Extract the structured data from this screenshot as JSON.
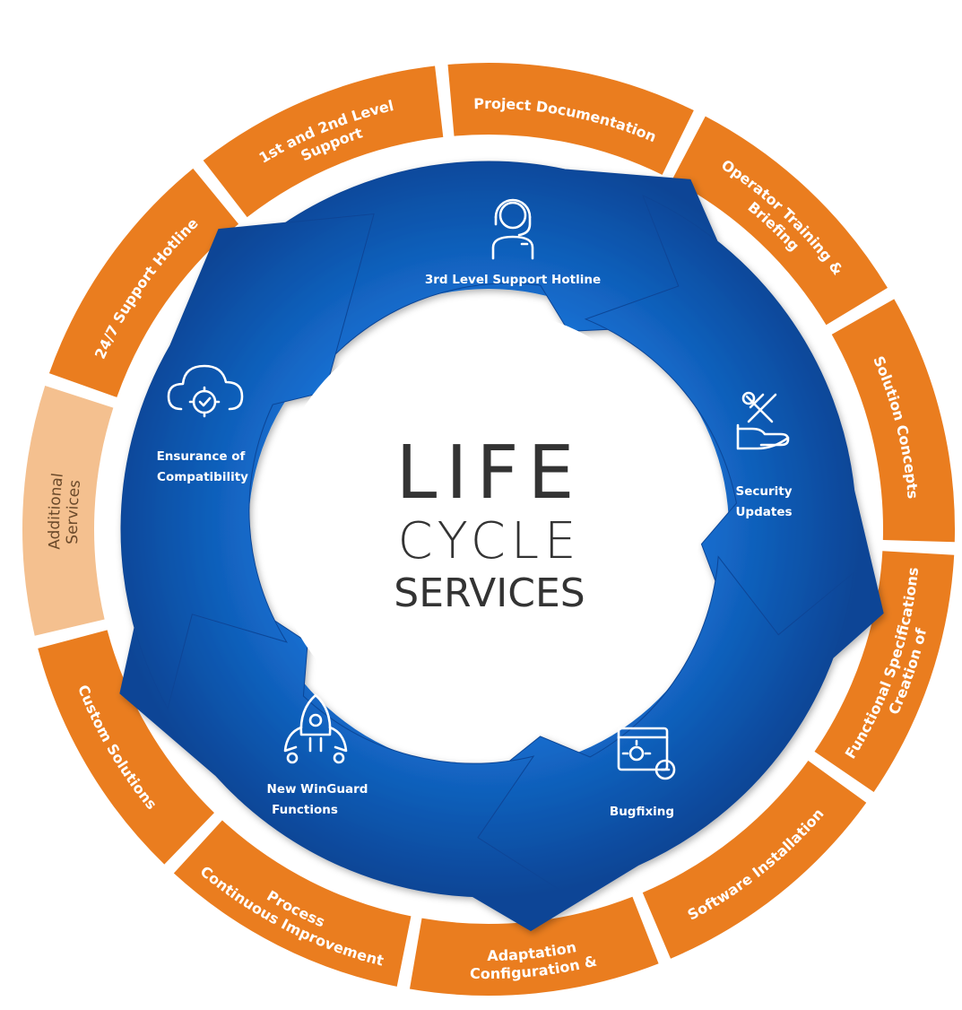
{
  "center": {
    "line1": "LIFE",
    "line2": "CYCLE",
    "line3": "SERVICES"
  },
  "outer_ring": [
    {
      "id": "additional-services",
      "lines": [
        "Additional",
        "Services"
      ],
      "highlight": true
    },
    {
      "id": "support-hotline-247",
      "lines": [
        "24/7 Support Hotline"
      ]
    },
    {
      "id": "first-second-level-support",
      "lines": [
        "1st and 2nd Level",
        "Support"
      ]
    },
    {
      "id": "project-documentation",
      "lines": [
        "Project Documentation"
      ]
    },
    {
      "id": "operator-training",
      "lines": [
        "Operator Training &",
        "Briefing"
      ]
    },
    {
      "id": "solution-concepts",
      "lines": [
        "Solution Concepts"
      ]
    },
    {
      "id": "functional-specifications",
      "lines": [
        "Creation of",
        "Functional Specifications"
      ]
    },
    {
      "id": "software-installation",
      "lines": [
        "Software Installation"
      ]
    },
    {
      "id": "configuration-adaptation",
      "lines": [
        "Configuration &",
        "Adaptation"
      ]
    },
    {
      "id": "continuous-improvement",
      "lines": [
        "Continuous Improvement",
        "Process"
      ]
    },
    {
      "id": "custom-solutions",
      "lines": [
        "Custom Solutions"
      ]
    }
  ],
  "cycle_nodes": [
    {
      "id": "third-level-support",
      "icon": "support-agent-icon",
      "lines": [
        "3rd Level Support Hotline"
      ]
    },
    {
      "id": "security-updates",
      "icon": "tools-hand-icon",
      "lines": [
        "Security",
        "Updates"
      ]
    },
    {
      "id": "bugfixing",
      "icon": "bug-window-icon",
      "lines": [
        "Bugfixing"
      ]
    },
    {
      "id": "new-winguard-functions",
      "icon": "rocket-icon",
      "lines": [
        "New WinGuard",
        "Functions"
      ]
    },
    {
      "id": "ensurance-compatibility",
      "icon": "cloud-gear-icon",
      "lines": [
        "Ensurance of",
        "Compatibility"
      ]
    }
  ],
  "colors": {
    "orange": "#ea7d1f",
    "orange_light": "#f4c08f",
    "blue_dark": "#0b4fa8",
    "blue_light": "#1c82e0",
    "center_text": "#333333"
  }
}
